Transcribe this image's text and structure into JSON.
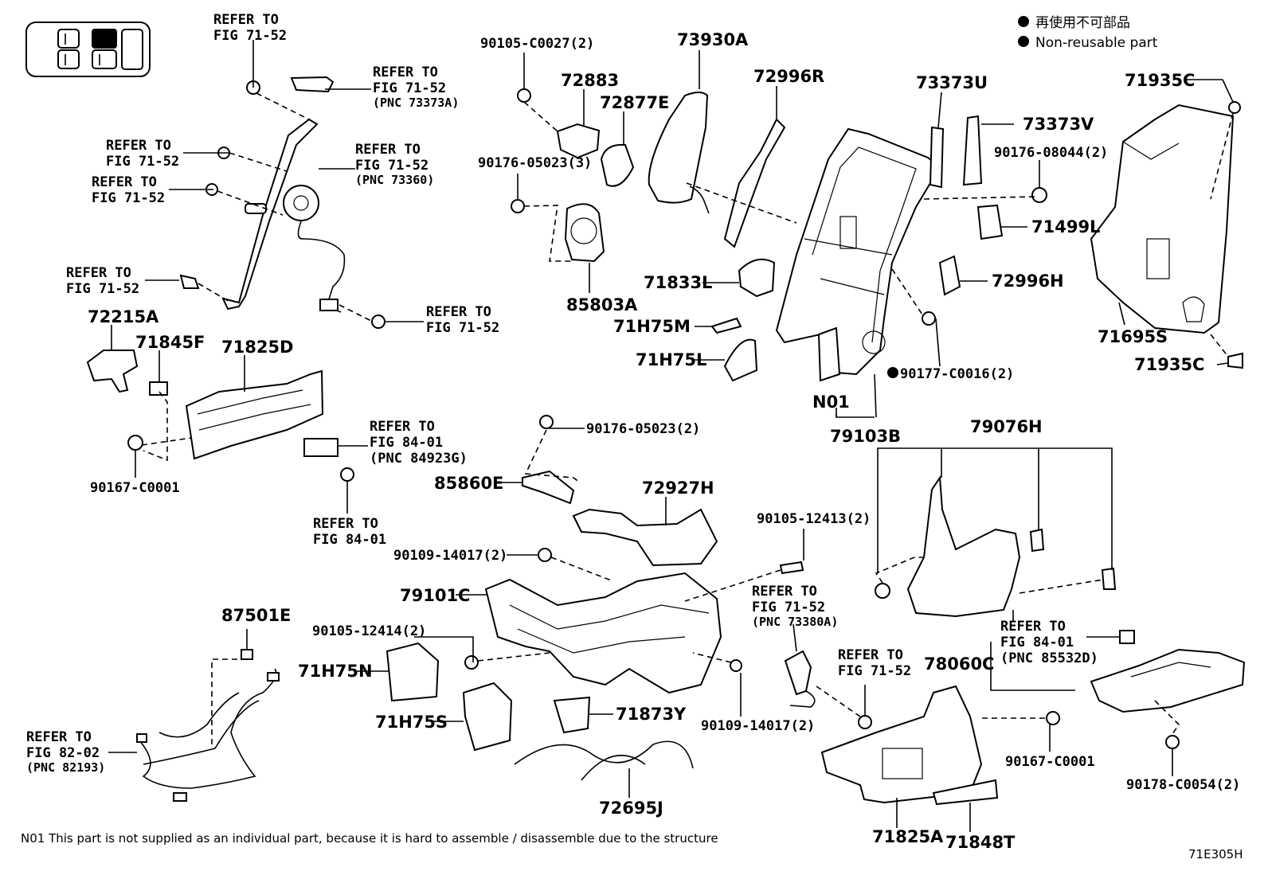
{
  "legend": {
    "jp": "再使用不可部品",
    "en": "Non-reusable part"
  },
  "refs": {
    "r1": [
      "REFER TO",
      "FIG 71-52"
    ],
    "r2": [
      "REFER TO",
      "FIG 71-52",
      "(PNC 73373A)"
    ],
    "r3": [
      "REFER TO",
      "FIG 71-52"
    ],
    "r4": [
      "REFER TO",
      "FIG 71-52",
      "(PNC 73360)"
    ],
    "r5": [
      "REFER TO",
      "FIG 71-52"
    ],
    "r6": [
      "REFER TO",
      "FIG 71-52"
    ],
    "r7": [
      "REFER TO",
      "FIG 71-52"
    ],
    "r8": [
      "REFER TO",
      "FIG 84-01",
      "(PNC 84923G)"
    ],
    "r9": [
      "REFER TO",
      "FIG 84-01"
    ],
    "r10": [
      "REFER TO",
      "FIG 71-52",
      "(PNC 73380A)"
    ],
    "r11": [
      "REFER TO",
      "FIG 71-52"
    ],
    "r12": [
      "REFER TO",
      "FIG 84-01",
      "(PNC 85532D)"
    ],
    "r13": [
      "REFER TO",
      "FIG 82-02",
      "(PNC 82193)"
    ]
  },
  "parts": {
    "p72215A": "72215A",
    "p71845F": "71845F",
    "p71825D": "71825D",
    "p90167C0001a": "90167-C0001",
    "p90105C0027": "90105-C0027(2)",
    "p72883": "72883",
    "p72877E": "72877E",
    "p90176_05023_3": "90176-05023(3)",
    "p85803A": "85803A",
    "p73930A": "73930A",
    "p72996R": "72996R",
    "p71833L": "71833L",
    "p71H75M": "71H75M",
    "p71H75L": "71H75L",
    "p73373U": "73373U",
    "p73373V": "73373V",
    "p90176_08044": "90176-08044(2)",
    "p71499L": "71499L",
    "p72996H": "72996H",
    "p90177C0016": "90177-C0016(2)",
    "pN01": "N01",
    "p79103B": "79103B",
    "p71935Ca": "71935C",
    "p71695S": "71695S",
    "p71935Cb": "71935C",
    "p90176_05023_2": "90176-05023(2)",
    "p85860E": "85860E",
    "p72927H": "72927H",
    "p90109_14017a": "90109-14017(2)",
    "p79101C": "79101C",
    "p90105_12413": "90105-12413(2)",
    "p90105_12414": "90105-12414(2)",
    "p71H75N": "71H75N",
    "p71H75S": "71H75S",
    "p71873Y": "71873Y",
    "p90109_14017b": "90109-14017(2)",
    "p72695J": "72695J",
    "p87501E": "87501E",
    "p79076H": "79076H",
    "p78060C": "78060C",
    "p90167C0001b": "90167-C0001",
    "p90178C0054": "90178-C0054(2)",
    "p71825A": "71825A",
    "p71848T": "71848T"
  },
  "footnote": "N01 This part is not supplied as an individual part, because it is hard to assemble / disassemble due to the structure",
  "figure_id": "71E305H"
}
